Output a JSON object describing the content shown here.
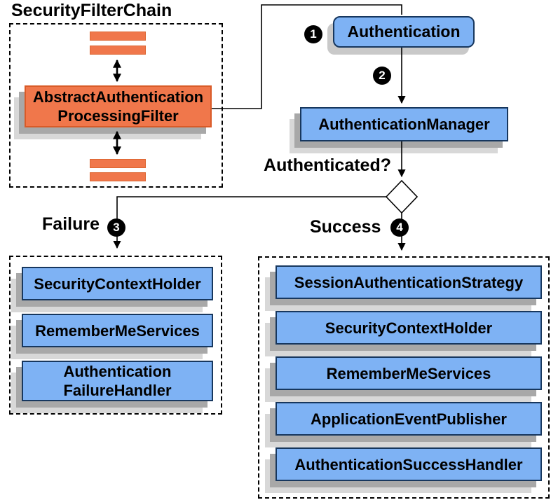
{
  "title": "SecurityFilterChain",
  "filter_chain": {
    "filter_label": "AbstractAuthentication\nProcessingFilter"
  },
  "flow": {
    "authentication": "Authentication",
    "authentication_manager": "AuthenticationManager",
    "authenticated_question": "Authenticated?",
    "failure_label": "Failure",
    "success_label": "Success",
    "step1": "1",
    "step2": "2",
    "step3": "3",
    "step4": "4"
  },
  "failure_branch": {
    "items": [
      "SecurityContextHolder",
      "RememberMeServices",
      "Authentication\nFailureHandler"
    ]
  },
  "success_branch": {
    "items": [
      "SessionAuthenticationStrategy",
      "SecurityContextHolder",
      "RememberMeServices",
      "ApplicationEventPublisher",
      "AuthenticationSuccessHandler"
    ]
  },
  "colors": {
    "box_orange": "#F0774B",
    "box_orange_border": "#D95B28",
    "box_blue": "#7EB2F4",
    "box_blue_border": "#17375E",
    "shadow_dark": "#A8A8A8",
    "shadow_light": "#D8D8D8",
    "line_black": "#000000"
  }
}
